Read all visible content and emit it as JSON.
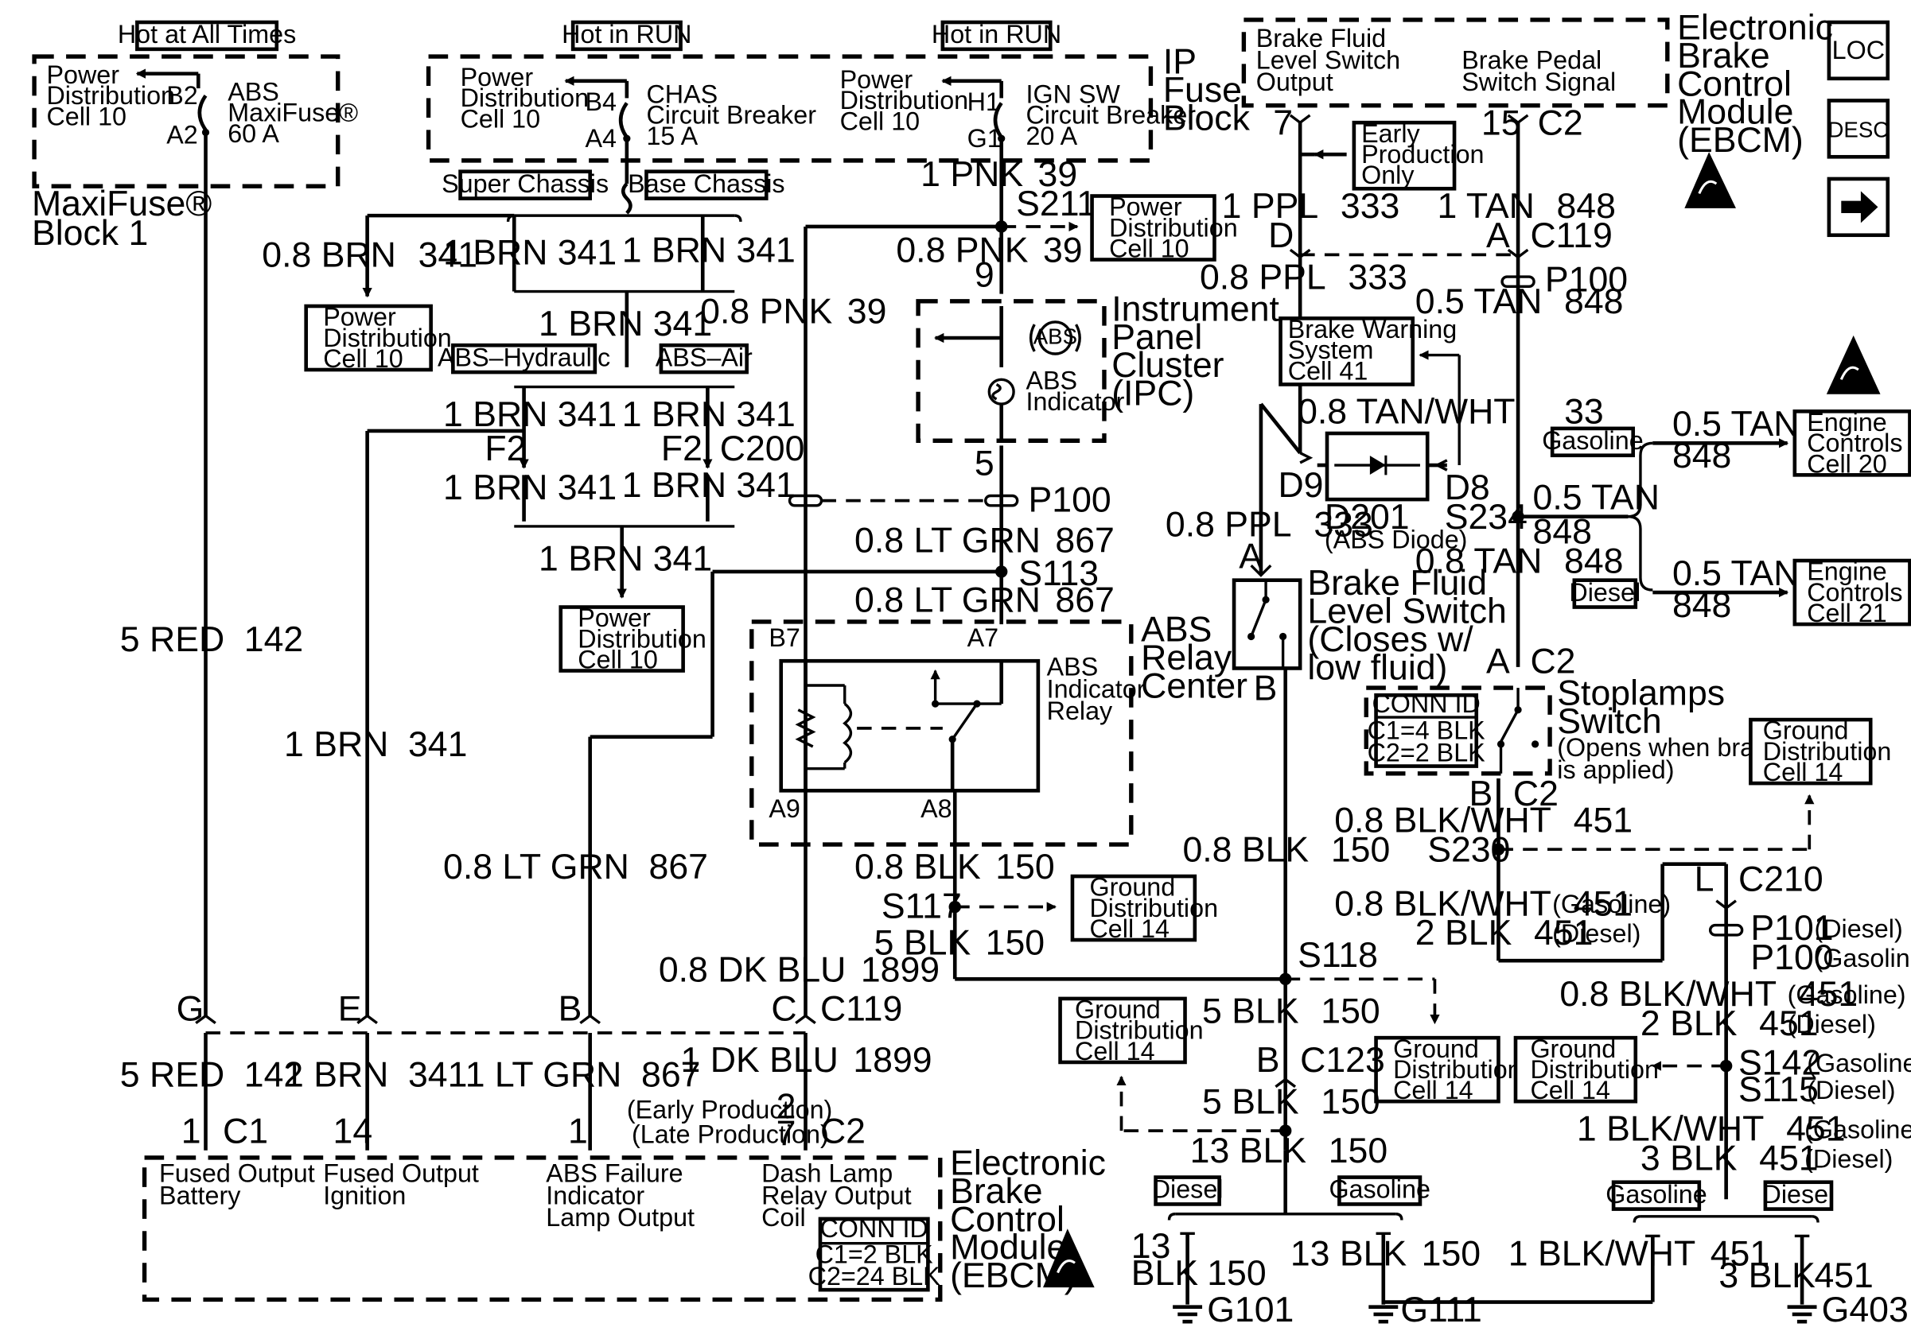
{
  "top_labels": {
    "hot_at_all_times": "Hot at All Times",
    "hot_in_run_1": "Hot in RUN",
    "hot_in_run_2": "Hot in RUN"
  },
  "maxifuse": {
    "pdc": [
      "Power",
      "Distribution",
      "Cell 10"
    ],
    "b2": "B2",
    "a2": "A2",
    "fuse": [
      "ABS",
      "MaxiFuse®",
      "60 A"
    ],
    "block": [
      "MaxiFuse®",
      "Block 1"
    ]
  },
  "ip_fuse_block": {
    "title": [
      "IP",
      "Fuse",
      "Block"
    ],
    "pdc_left": [
      "Power",
      "Distribution",
      "Cell 10"
    ],
    "b4": "B4",
    "a4": "A4",
    "chas": [
      "CHAS",
      "Circuit Breaker",
      "15 A"
    ],
    "pdc_right": [
      "Power",
      "Distribution",
      "Cell 10"
    ],
    "h1": "H1",
    "g1": "G1",
    "ign": [
      "IGN SW",
      "Circuit Breaker",
      "20 A"
    ]
  },
  "options": {
    "super_chassis": "Super Chassis",
    "base_chassis": "Base Chassis",
    "abs_hydraulic": "ABS–Hydraulic",
    "abs_air": "ABS–Air",
    "gasoline_a": "Gasoline",
    "diesel_a": "Diesel",
    "diesel_b": "Diesel",
    "gasoline_b": "Gasoline",
    "gasoline_c": "Gasoline",
    "diesel_c": "Diesel"
  },
  "ref_boxes": {
    "pdc_a": [
      "Power",
      "Distribution",
      "Cell 10"
    ],
    "pdc_b": [
      "Power",
      "Distribution",
      "Cell 10"
    ],
    "pdc_c": [
      "Power",
      "Distribution",
      "Cell 10"
    ],
    "brake_warning": [
      "Brake Warning",
      "System",
      "Cell 41"
    ],
    "engine_20": [
      "Engine",
      "Controls",
      "Cell 20"
    ],
    "engine_21": [
      "Engine",
      "Controls",
      "Cell 21"
    ],
    "ground_a": [
      "Ground",
      "Distribution",
      "Cell 14"
    ],
    "ground_b": [
      "Ground",
      "Distribution",
      "Cell 14"
    ],
    "ground_c": [
      "Ground",
      "Distribution",
      "Cell 14"
    ],
    "ground_d": [
      "Ground",
      "Distribution",
      "Cell 14"
    ],
    "ground_e": [
      "Ground",
      "Distribution",
      "Cell 14"
    ]
  },
  "wires": {
    "w1": [
      "0.8 BRN",
      "341"
    ],
    "w2": [
      "1 BRN",
      "341"
    ],
    "w3": [
      "1 BRN",
      "341"
    ],
    "w4": [
      "1 BRN",
      "341"
    ],
    "w5": [
      "1 BRN",
      "341"
    ],
    "w6": [
      "1 BRN",
      "341"
    ],
    "w7": [
      "1 BRN",
      "341"
    ],
    "w8": [
      "1 BRN",
      "341"
    ],
    "w9": [
      "1 BRN",
      "341"
    ],
    "w10": [
      "5 RED",
      "142"
    ],
    "w11": [
      "1 BRN",
      "341"
    ],
    "w12": [
      "0.8 LT GRN",
      "867"
    ],
    "w13": [
      "0.8 PNK",
      "39"
    ],
    "w14": [
      "1 PNK",
      "39"
    ],
    "w15": [
      "0.8 PNK",
      "39"
    ],
    "w16": [
      "0.8 LT GRN",
      "867"
    ],
    "w17": [
      "0.8 LT GRN",
      "867"
    ],
    "w18": [
      "0.8 BLK",
      "150"
    ],
    "w19": [
      "5 BLK",
      "150"
    ],
    "w20": [
      "0.8 DK BLU",
      "1899"
    ],
    "w21": [
      "1 DK BLU",
      "1899"
    ],
    "w22": [
      "5 RED",
      "142"
    ],
    "w23": [
      "1 BRN",
      "341"
    ],
    "w24": [
      "1 LT GRN",
      "867"
    ],
    "w25": [
      "1 PPL",
      "333"
    ],
    "w26": [
      "1 TAN",
      "848"
    ],
    "w27": [
      "0.8 PPL",
      "333"
    ],
    "w28": [
      "0.5 TAN",
      "848"
    ],
    "w29": [
      "0.8 TAN/WHT",
      "33"
    ],
    "w30": [
      "0.8 PPL",
      "333"
    ],
    "w31": [
      "0.5 TAN",
      "848"
    ],
    "w32": [
      "0.8 TAN",
      "848"
    ],
    "w33": [
      "0.5 TAN",
      "848"
    ],
    "w34": [
      "0.5 TAN",
      "848"
    ],
    "w35": [
      "0.8 BLK",
      "150"
    ],
    "w36": [
      "0.8 BLK/WHT",
      "451"
    ],
    "w37": [
      "0.8 BLK/WHT",
      "451"
    ],
    "w38": [
      "2 BLK",
      "451"
    ],
    "w39": [
      "5 BLK",
      "150"
    ],
    "w40": [
      "5 BLK",
      "150"
    ],
    "w41": [
      "13 BLK",
      "150"
    ],
    "w42": [
      "0.8 BLK/WHT",
      "451"
    ],
    "w43": [
      "2 BLK",
      "451"
    ],
    "w44": [
      "1 BLK/WHT",
      "451"
    ],
    "w45": [
      "3 BLK",
      "451"
    ],
    "w46": [
      "13",
      "BLK",
      "150"
    ],
    "w47": [
      "13 BLK",
      "150"
    ],
    "w48": [
      "1 BLK/WHT",
      "451"
    ],
    "w49": [
      "3 BLK",
      "451"
    ]
  },
  "splices": {
    "s211": "S211",
    "s113": "S113",
    "s117": "S117",
    "s118": "S118",
    "s234": "S234",
    "s230": "S230",
    "s142": "S142",
    "s115": "S115"
  },
  "connectors": {
    "f2a": "F2",
    "f2b": "F2",
    "c200": "C200",
    "p100a": "P100",
    "p100b": "P100",
    "p100c": "P100",
    "p101": "P101",
    "pin9": "9",
    "pin5": "5",
    "b7": "B7",
    "a7": "A7",
    "a9": "A9",
    "a8": "A8",
    "g": "G",
    "e": "E",
    "b": "B",
    "c": "C",
    "c119a": "C119",
    "c1": "C1",
    "c2a": "C2",
    "pin1a": "1",
    "pin14": "14",
    "pin1b": "1",
    "pin2": "2",
    "pin7": "7",
    "pin7t": "7",
    "pin15": "15",
    "c2b": "C2",
    "d": "D",
    "a_c119": "A",
    "c119b": "C119",
    "d9": "D9",
    "d8": "D8",
    "a_bf": "A",
    "b_bf": "B",
    "a_sl": "A",
    "c2c": "C2",
    "b_sl": "B",
    "c2d": "C2",
    "l": "L",
    "c210": "C210",
    "b_c123": "B",
    "c123": "C123"
  },
  "qualifiers": {
    "early_production": "(Early Production)",
    "late_production": "(Late Production)",
    "gasoline": "(Gasoline)",
    "diesel": "(Diesel)"
  },
  "ipc": {
    "title": [
      "Instrument",
      "Panel",
      "Cluster",
      "(IPC)"
    ],
    "abs": "ABS",
    "indicator": [
      "ABS",
      "Indicator"
    ]
  },
  "relay_center": {
    "title": [
      "ABS",
      "Relay",
      "Center"
    ],
    "relay": [
      "ABS",
      "Indicator",
      "Relay"
    ]
  },
  "ebcm_bottom": {
    "title": [
      "Electronic",
      "Brake",
      "Control",
      "Module",
      "(EBCM)"
    ],
    "col1": [
      "Fused Output",
      "Battery"
    ],
    "col2": [
      "Fused Output",
      "Ignition"
    ],
    "col3": [
      "ABS Failure",
      "Indicator",
      "Lamp Output"
    ],
    "col4": [
      "Dash Lamp",
      "Relay Output",
      "Coil"
    ],
    "conn_id": [
      "CONN ID",
      "C1=2 BLK",
      "C2=24 BLK"
    ]
  },
  "ebcm_top": {
    "title": [
      "Electronic",
      "Brake",
      "Control",
      "Module",
      "(EBCM)"
    ],
    "left": [
      "Brake Fluid",
      "Level Switch",
      "Output"
    ],
    "right": [
      "Brake Pedal",
      "Switch Signal"
    ]
  },
  "early_production_box": [
    "Early",
    "Production",
    "Only"
  ],
  "diode": [
    "D201",
    "(ABS Diode)"
  ],
  "brake_fluid_switch": [
    "Brake Fluid",
    "Level Switch",
    "(Closes w/",
    "low fluid)"
  ],
  "stoplamps": {
    "title": [
      "Stoplamps",
      "Switch"
    ],
    "note": [
      "(Opens when brake",
      "is applied)"
    ],
    "conn_id": [
      "CONN ID",
      "C1=4 BLK",
      "C2=2 BLK"
    ]
  },
  "grounds": {
    "g101": "G101",
    "g111": "G111",
    "g403": "G403"
  },
  "nav": {
    "loc": "LOC",
    "desc": "DESC",
    "arrow": "arrow-right-icon"
  }
}
